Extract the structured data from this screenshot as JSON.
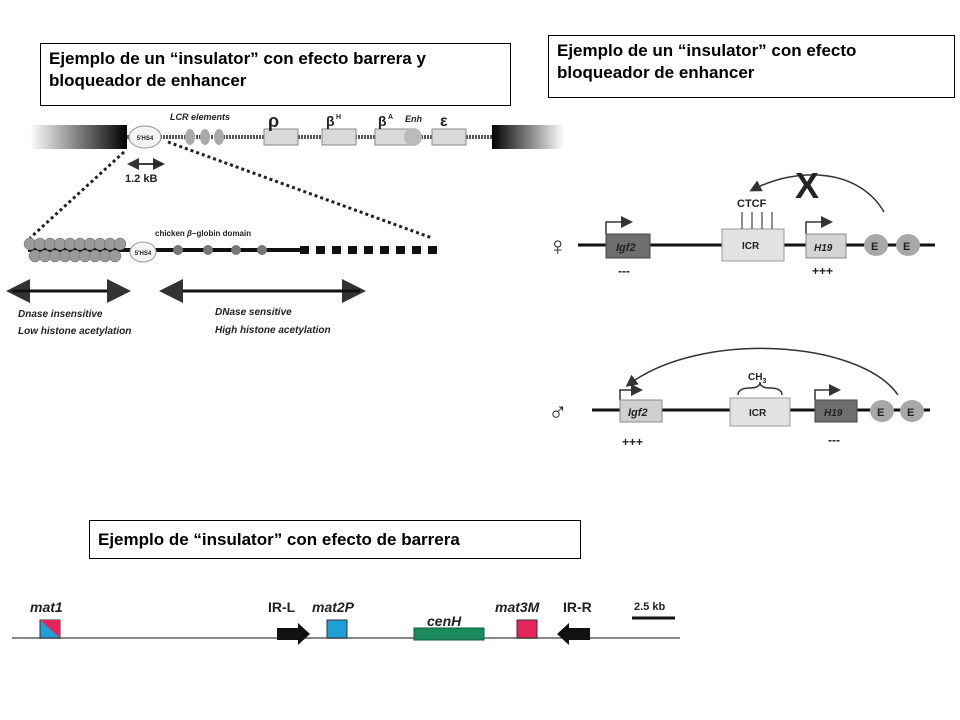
{
  "captions": {
    "top_left": "Ejemplo de un “insulator” con efecto barrera  y bloqueador de enhancer",
    "top_right": "Ejemplo de un “insulator” con efecto bloqueador de enhancer",
    "bottom": "Ejemplo de “insulator” con efecto de barrera"
  },
  "globin": {
    "lcr_elements": "LCR elements",
    "hs4": "5'HS4",
    "rho": "ρ",
    "betaH": "β",
    "betaH_sup": "H",
    "betaA": "β",
    "betaA_sup": "A",
    "enh": "Enh",
    "epsilon": "ε",
    "scale": "1.2 kB",
    "hs4_zoom": "5'HS4",
    "domain_prefix": "chicken",
    "domain_beta": "β",
    "domain_suffix": "–globin domain",
    "insensitive_1": "Dnase  insensitive",
    "insensitive_2": "Low histone acetylation",
    "sensitive_1": "DNase sensitive",
    "sensitive_2": "High histone acetylation"
  },
  "imprinting": {
    "female_symbol": "♀",
    "male_symbol": "♂",
    "blocked_mark": "X",
    "ctcf": "CTCF",
    "igf2": "Igf2",
    "icr": "ICR",
    "h19": "H19",
    "e": "E",
    "female_igf2_expr": "---",
    "female_h19_expr": "+++",
    "male_igf2_expr": "+++",
    "male_h19_expr": "---",
    "ch3": "CH",
    "ch3_sub": "3"
  },
  "mating": {
    "mat1": "mat1",
    "irl": "IR-L",
    "mat2p": "mat2P",
    "cenh": "cenH",
    "mat3m": "mat3M",
    "irr": "IR-R",
    "scale": "2.5 kb",
    "colors": {
      "blue": "#1e9fd6",
      "red": "#e4245a",
      "green": "#1a8a5e"
    }
  }
}
